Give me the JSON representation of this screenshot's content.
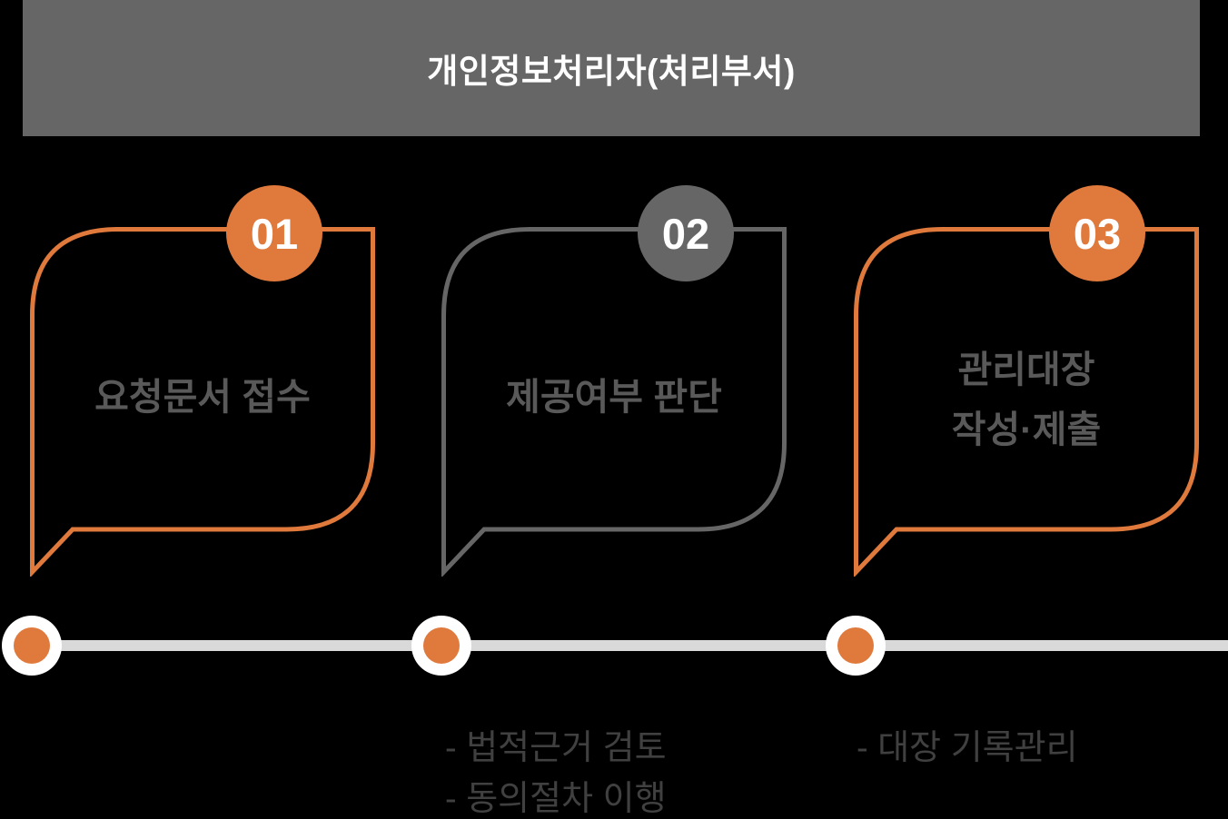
{
  "header": {
    "title": "개인정보처리자(처리부서)"
  },
  "steps": [
    {
      "number": "01",
      "label_lines": [
        "요청문서 접수"
      ],
      "accent": "#E0793C",
      "notes": []
    },
    {
      "number": "02",
      "label_lines": [
        "제공여부 판단"
      ],
      "accent": "#666666",
      "notes": [
        "- 법적근거 검토",
        "- 동의절차 이행"
      ]
    },
    {
      "number": "03",
      "label_lines": [
        "관리대장",
        "작성·제출"
      ],
      "accent": "#E0793C",
      "notes": [
        "- 대장 기록관리"
      ]
    }
  ],
  "colors": {
    "orange_accent": "#E0793C",
    "gray_accent": "#666666",
    "header_background": "#666666",
    "bubble_label_text": "#595959",
    "note_text": "#404040",
    "timeline_line": "#D9D9D9",
    "background": "#000000",
    "white": "#FFFFFF"
  }
}
